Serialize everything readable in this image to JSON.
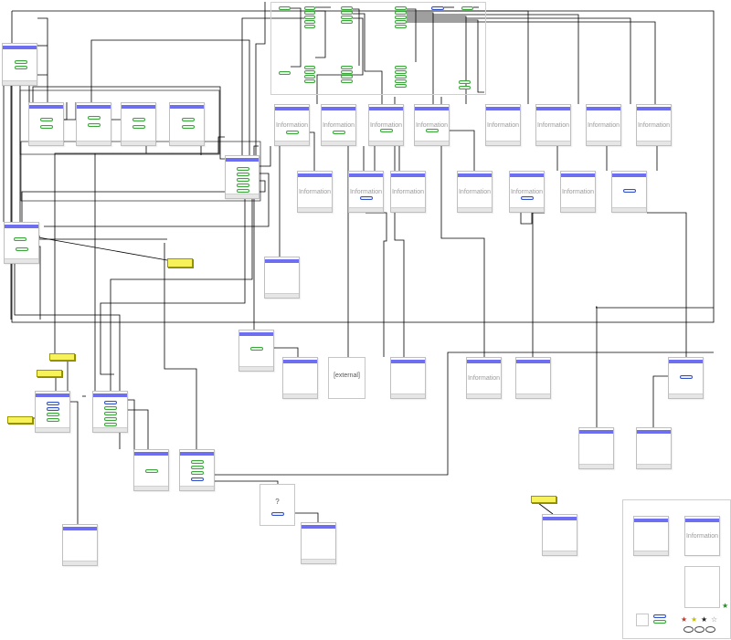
{
  "diagram": {
    "info_label": "Information",
    "external_label": "[external]",
    "unknown_label": "?",
    "colors": {
      "header": "#6e6ef0",
      "button_green": "#3aa63a",
      "button_blue": "#3050c8",
      "note": "#f7f25a",
      "wire": "#000000"
    },
    "legend": {
      "info_label": "Information",
      "stars": [
        "red-star",
        "yellow-star",
        "black-star",
        "outline-star"
      ],
      "star_colors": [
        "#c0392b",
        "#c8c000",
        "#222222",
        "#888888"
      ]
    }
  }
}
